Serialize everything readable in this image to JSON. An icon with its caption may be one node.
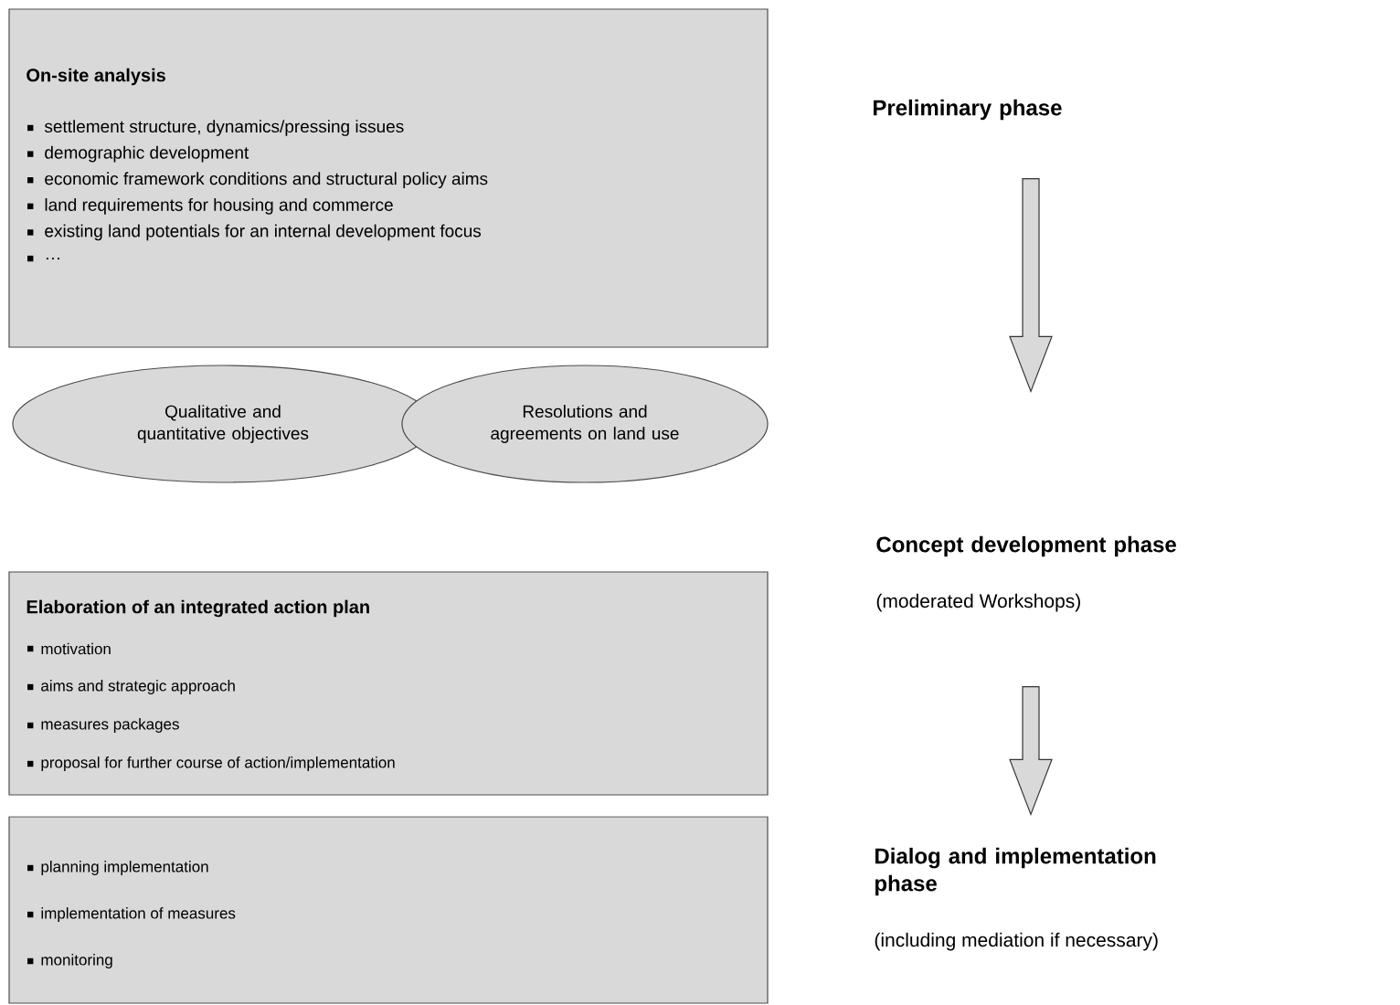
{
  "diagram": {
    "nodes": [
      {
        "text": [
          "On-site analysis",
          "settlement structure, dynamics/pressing issues",
          "demographic development",
          "economic framework conditions and structural policy aims",
          "land requirements for housing and commerce",
          "existing land potentials for an internal development focus",
          "…"
        ]
      },
      {
        "text": [
          "Qualitative and quantitative objectives"
        ]
      },
      {
        "text": [
          "Resolutions and agreements on land use"
        ]
      },
      {
        "text": [
          "Elaboration of an integrated action plan",
          "motivation",
          "aims and strategic approach",
          "measures packages",
          "proposal for further course of action/implementation"
        ]
      },
      {
        "text": [
          "planning implementation",
          "implementation of measures",
          "monitoring"
        ]
      },
      {
        "text": [
          "Preliminary phase"
        ]
      },
      {
        "text": [
          "Concept development phase"
        ],
        "beside": [
          "(moderated Workshops)"
        ]
      },
      {
        "text": [
          "Dialog and implementation phase"
        ],
        "beside": [
          "(including mediation if necessary)"
        ]
      }
    ],
    "edges": [
      {
        "from": 5,
        "to": 6,
        "arrow": "to"
      },
      {
        "from": 6,
        "to": 7,
        "arrow": "to"
      }
    ]
  }
}
